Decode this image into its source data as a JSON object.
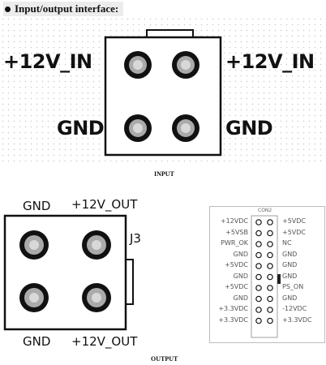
{
  "header": {
    "title": "Input/output interface:"
  },
  "input_connector": {
    "left_top_label": "+12V_IN",
    "right_top_label": "+12V_IN",
    "left_bottom_label": "GND",
    "right_bottom_label": "GND",
    "caption": "INPUT"
  },
  "output_connector": {
    "top_left_label": "GND",
    "top_right_label": "+12V_OUT",
    "bottom_left_label": "GND",
    "bottom_right_label": "+12V_OUT",
    "ref_label": "J3",
    "caption": "OUTPUT"
  },
  "con2": {
    "title": "CON2",
    "left_pins": [
      "+12VDC",
      "+5VSB",
      "PWR_OK",
      "GND",
      "+5VDC",
      "GND",
      "+5VDC",
      "GND",
      "+3.3VDC",
      "+3.3VDC"
    ],
    "right_pins": [
      "+5VDC",
      "+5VDC",
      "NC",
      "GND",
      "GND",
      "GND",
      "PS_ON",
      "GND",
      "-12VDC",
      "+3.3VDC"
    ]
  }
}
